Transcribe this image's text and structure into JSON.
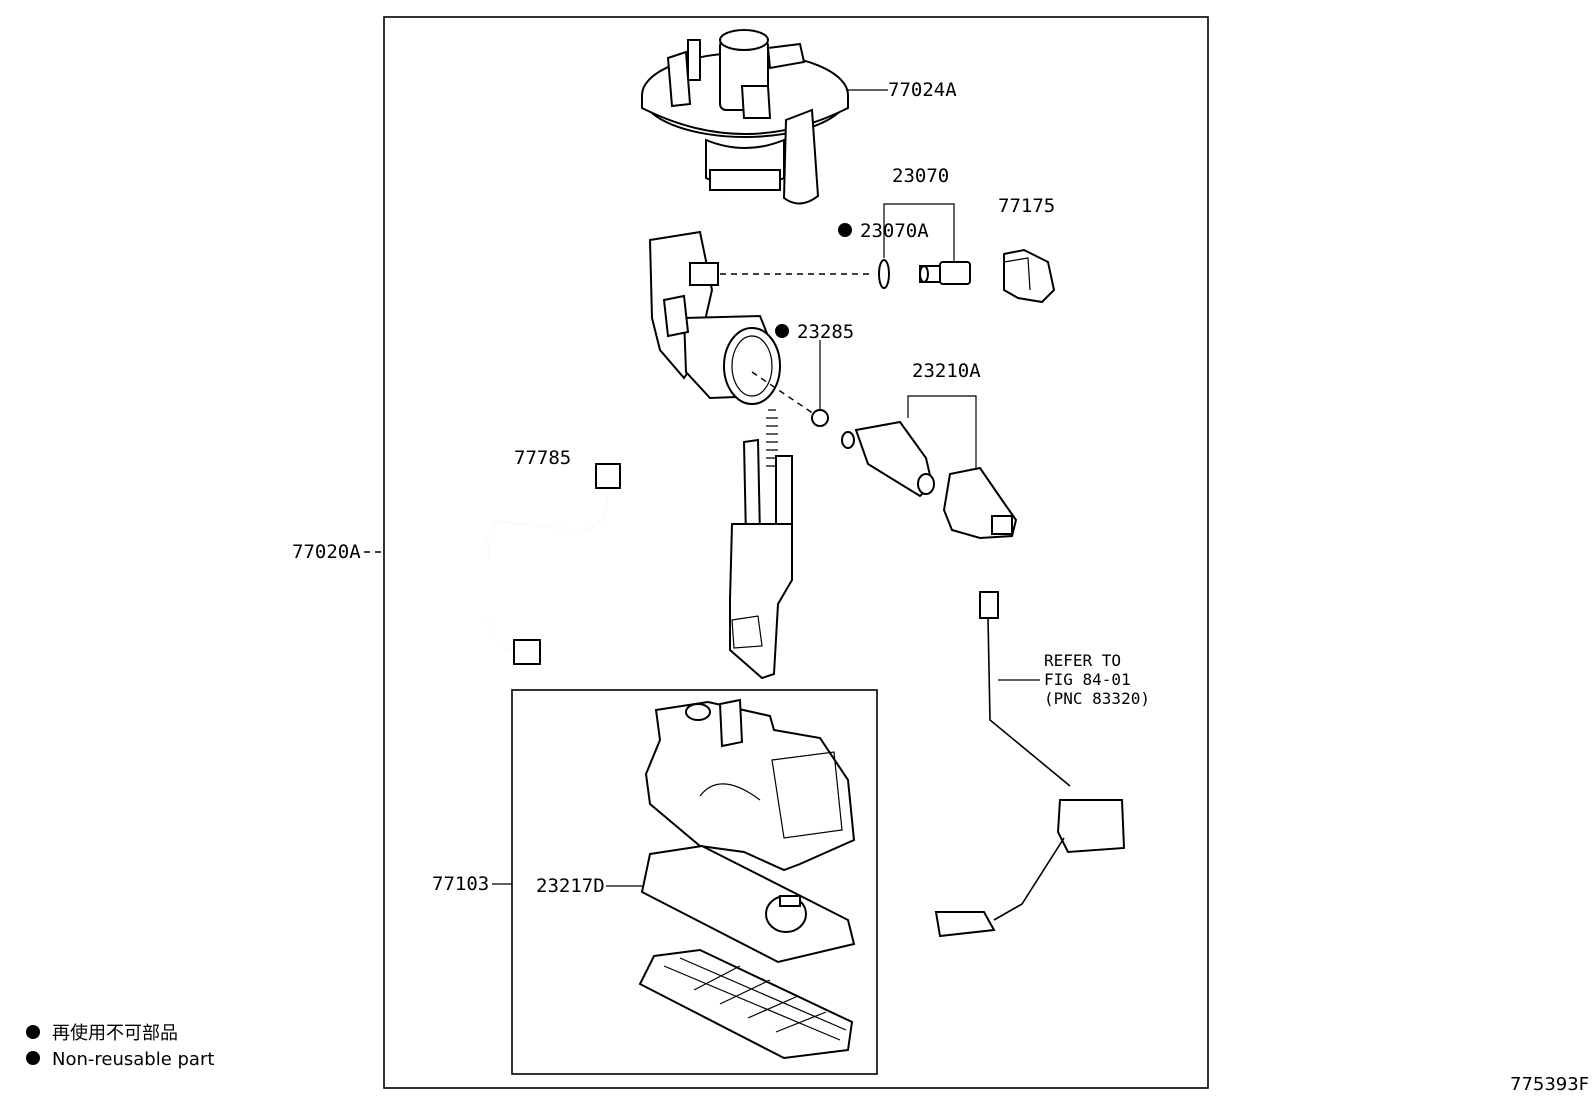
{
  "labels": {
    "p77024A": "77024A",
    "p23070": "23070",
    "p23070A": "23070A",
    "p77175": "77175",
    "p23285": "23285",
    "p23210A": "23210A",
    "p77785": "77785",
    "p77020A": "77020A",
    "p77103": "77103",
    "p23217D": "23217D",
    "refer_line1": "REFER TO",
    "refer_line2": "FIG 84-01",
    "refer_line3": "(PNC 83320)"
  },
  "legend": {
    "jp": "再使用不可部品",
    "en": "Non-reusable part"
  },
  "figure_id": "775393F"
}
